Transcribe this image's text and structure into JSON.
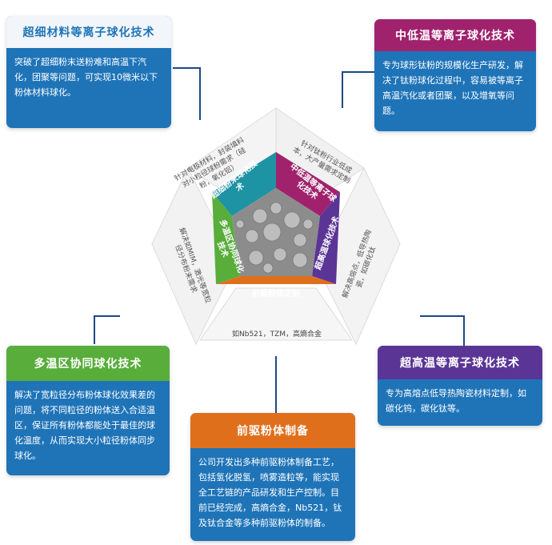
{
  "cards": {
    "top_left": {
      "title": "超细材料等离子球化技术",
      "body": "突破了超细粉末送粉难和高温下汽化，团聚等问题，可实现10微米以下粉体材料球化。"
    },
    "top_right": {
      "title": "中低温等离子球化技术",
      "body": "专为球形钛粉的规模化生产研发，解决了钛粉球化过程中，容易被等离子高温汽化或者团聚，以及增氧等问题。"
    },
    "middle_left": {
      "title": "多温区协同球化技术",
      "body": "解决了宽粒径分布粉体球化效果差的问题，将不同粒径的粉体送入合适温区，保证所有粉体都能处于最佳的球化温度，从而实现大小粒径粉体同步球化。"
    },
    "middle_right": {
      "title": "超高温等离子球化技术",
      "body": "专为高熔点低导热陶瓷材料定制，如碳化钨，碳化钛等。"
    },
    "bottom": {
      "title": "前驱粉体制备",
      "body": "公司开发出多种前驱粉体制备工艺，包括氢化脱氢，喷雾造粒等，能实现全工艺链的产品研发和生产控制。目前已经完成，高熵合金，Nb521，钛及钛合金等多种前驱粉体的制备。"
    }
  },
  "center": {
    "segments": [
      "超细粉末球化技术",
      "中低温等离子球化技术",
      "超高温球化技术",
      "前驱粉体定制",
      "多温区协同球化技术"
    ],
    "wedge_texts": {
      "upper_left": "针对电极材料，封装填料对小粒径球粉需求（硅粉，氧化铝）",
      "upper_right": "针对钛粉行业低成本，大产量需求定制",
      "right": "解决高熔点，低导热陶瓷，如碳化钛",
      "left": "解决如MIM，激光等宽粒径分布粉末需求"
    },
    "bottom_note": "如Nb521，TZM，高熵合金"
  },
  "colors": {
    "blue": "#1f74b8",
    "purple": "#a0226d",
    "green": "#58ad3b",
    "orange": "#e06f1c",
    "violet": "#5b3596",
    "teal": "#1e93a3"
  }
}
